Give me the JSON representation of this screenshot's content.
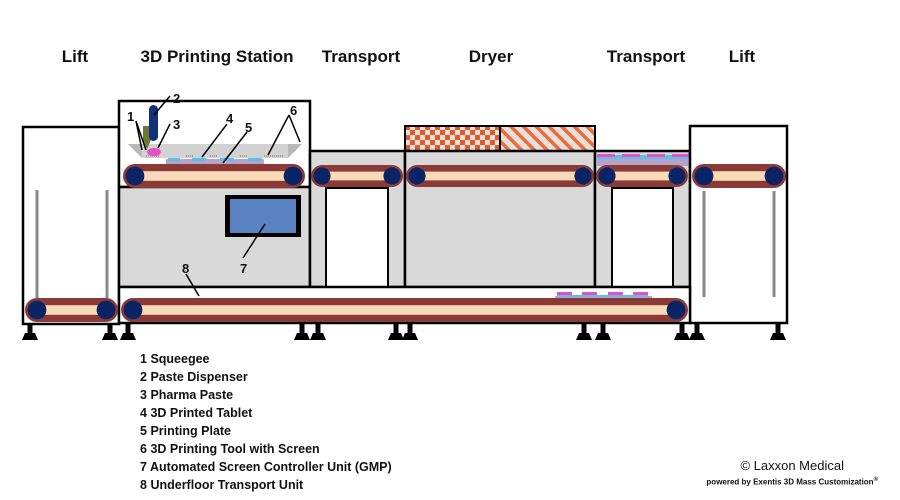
{
  "sections": [
    {
      "id": "lift-left",
      "title": "Lift"
    },
    {
      "id": "printing-station",
      "title": "3D Printing Station"
    },
    {
      "id": "transport-1",
      "title": "Transport"
    },
    {
      "id": "dryer",
      "title": "Dryer"
    },
    {
      "id": "transport-2",
      "title": "Transport"
    },
    {
      "id": "lift-right",
      "title": "Lift"
    }
  ],
  "callouts": [
    "1",
    "2",
    "3",
    "4",
    "5",
    "6",
    "7",
    "8"
  ],
  "legend": [
    {
      "num": "1",
      "label": "Squeegee"
    },
    {
      "num": "2",
      "label": "Paste Dispenser"
    },
    {
      "num": "3",
      "label": "Pharma Paste"
    },
    {
      "num": "4",
      "label": "3D Printed Tablet"
    },
    {
      "num": "5",
      "label": "Printing Plate"
    },
    {
      "num": "6",
      "label": "3D Printing Tool with Screen"
    },
    {
      "num": "7",
      "label": "Automated Screen Controller Unit (GMP)"
    },
    {
      "num": "8",
      "label": "Underfloor Transport Unit"
    }
  ],
  "credit": {
    "copyright": "© Laxxon Medical",
    "powered_by": "powered by Exentis 3D Mass Customization",
    "registered": "®"
  },
  "colors": {
    "belt_outer": "#8b3a36",
    "belt_inner": "#f8d9b8",
    "roller": "#0b2466",
    "housing_gray": "#d9d9d9",
    "screen_blue": "#5a82c0",
    "dryer_orange": "#e05a2a",
    "tablet_blue": "#5bc0e8",
    "paste_pink": "#e84fc6",
    "plate_lilac": "#b4a4cc",
    "dispenser_navy": "#13307a",
    "squeegee_olive": "#6b7a2e",
    "lift_rail": "#8a8a8a"
  }
}
